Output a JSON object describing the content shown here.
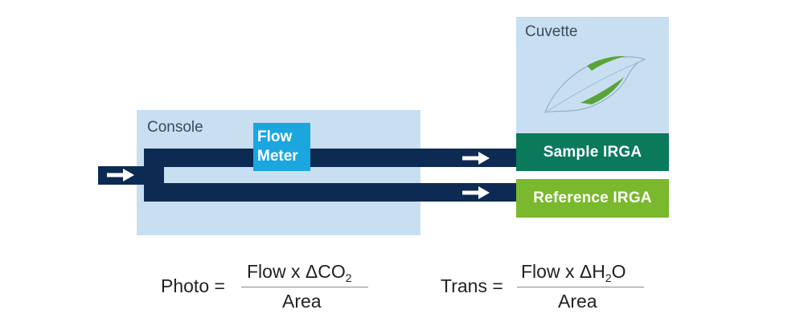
{
  "console": {
    "label": "Console"
  },
  "cuvette": {
    "label": "Cuvette"
  },
  "flow_meter": {
    "line1": "Flow",
    "line2": "Meter"
  },
  "sample_irga": {
    "label": "Sample IRGA",
    "color": "#0a7a5a"
  },
  "reference_irga": {
    "label": "Reference IRGA",
    "color": "#7ab82e"
  },
  "colors": {
    "pipe": "#0d2b52",
    "panel": "#c8dff2",
    "flow_meter": "#1ba6e0",
    "leaf_green": "#5aa33a"
  },
  "equations": {
    "photo": {
      "lhs": "Photo",
      "equals": "=",
      "numerator_prefix": "Flow x ΔCO",
      "numerator_sub": "2",
      "numerator_suffix": "",
      "denominator": "Area"
    },
    "trans": {
      "lhs": "Trans",
      "equals": "=",
      "numerator_prefix": "Flow x ΔH",
      "numerator_sub": "2",
      "numerator_suffix": "O",
      "denominator": "Area"
    }
  },
  "icons": [
    "right-arrow-icon",
    "leaf-icon"
  ]
}
